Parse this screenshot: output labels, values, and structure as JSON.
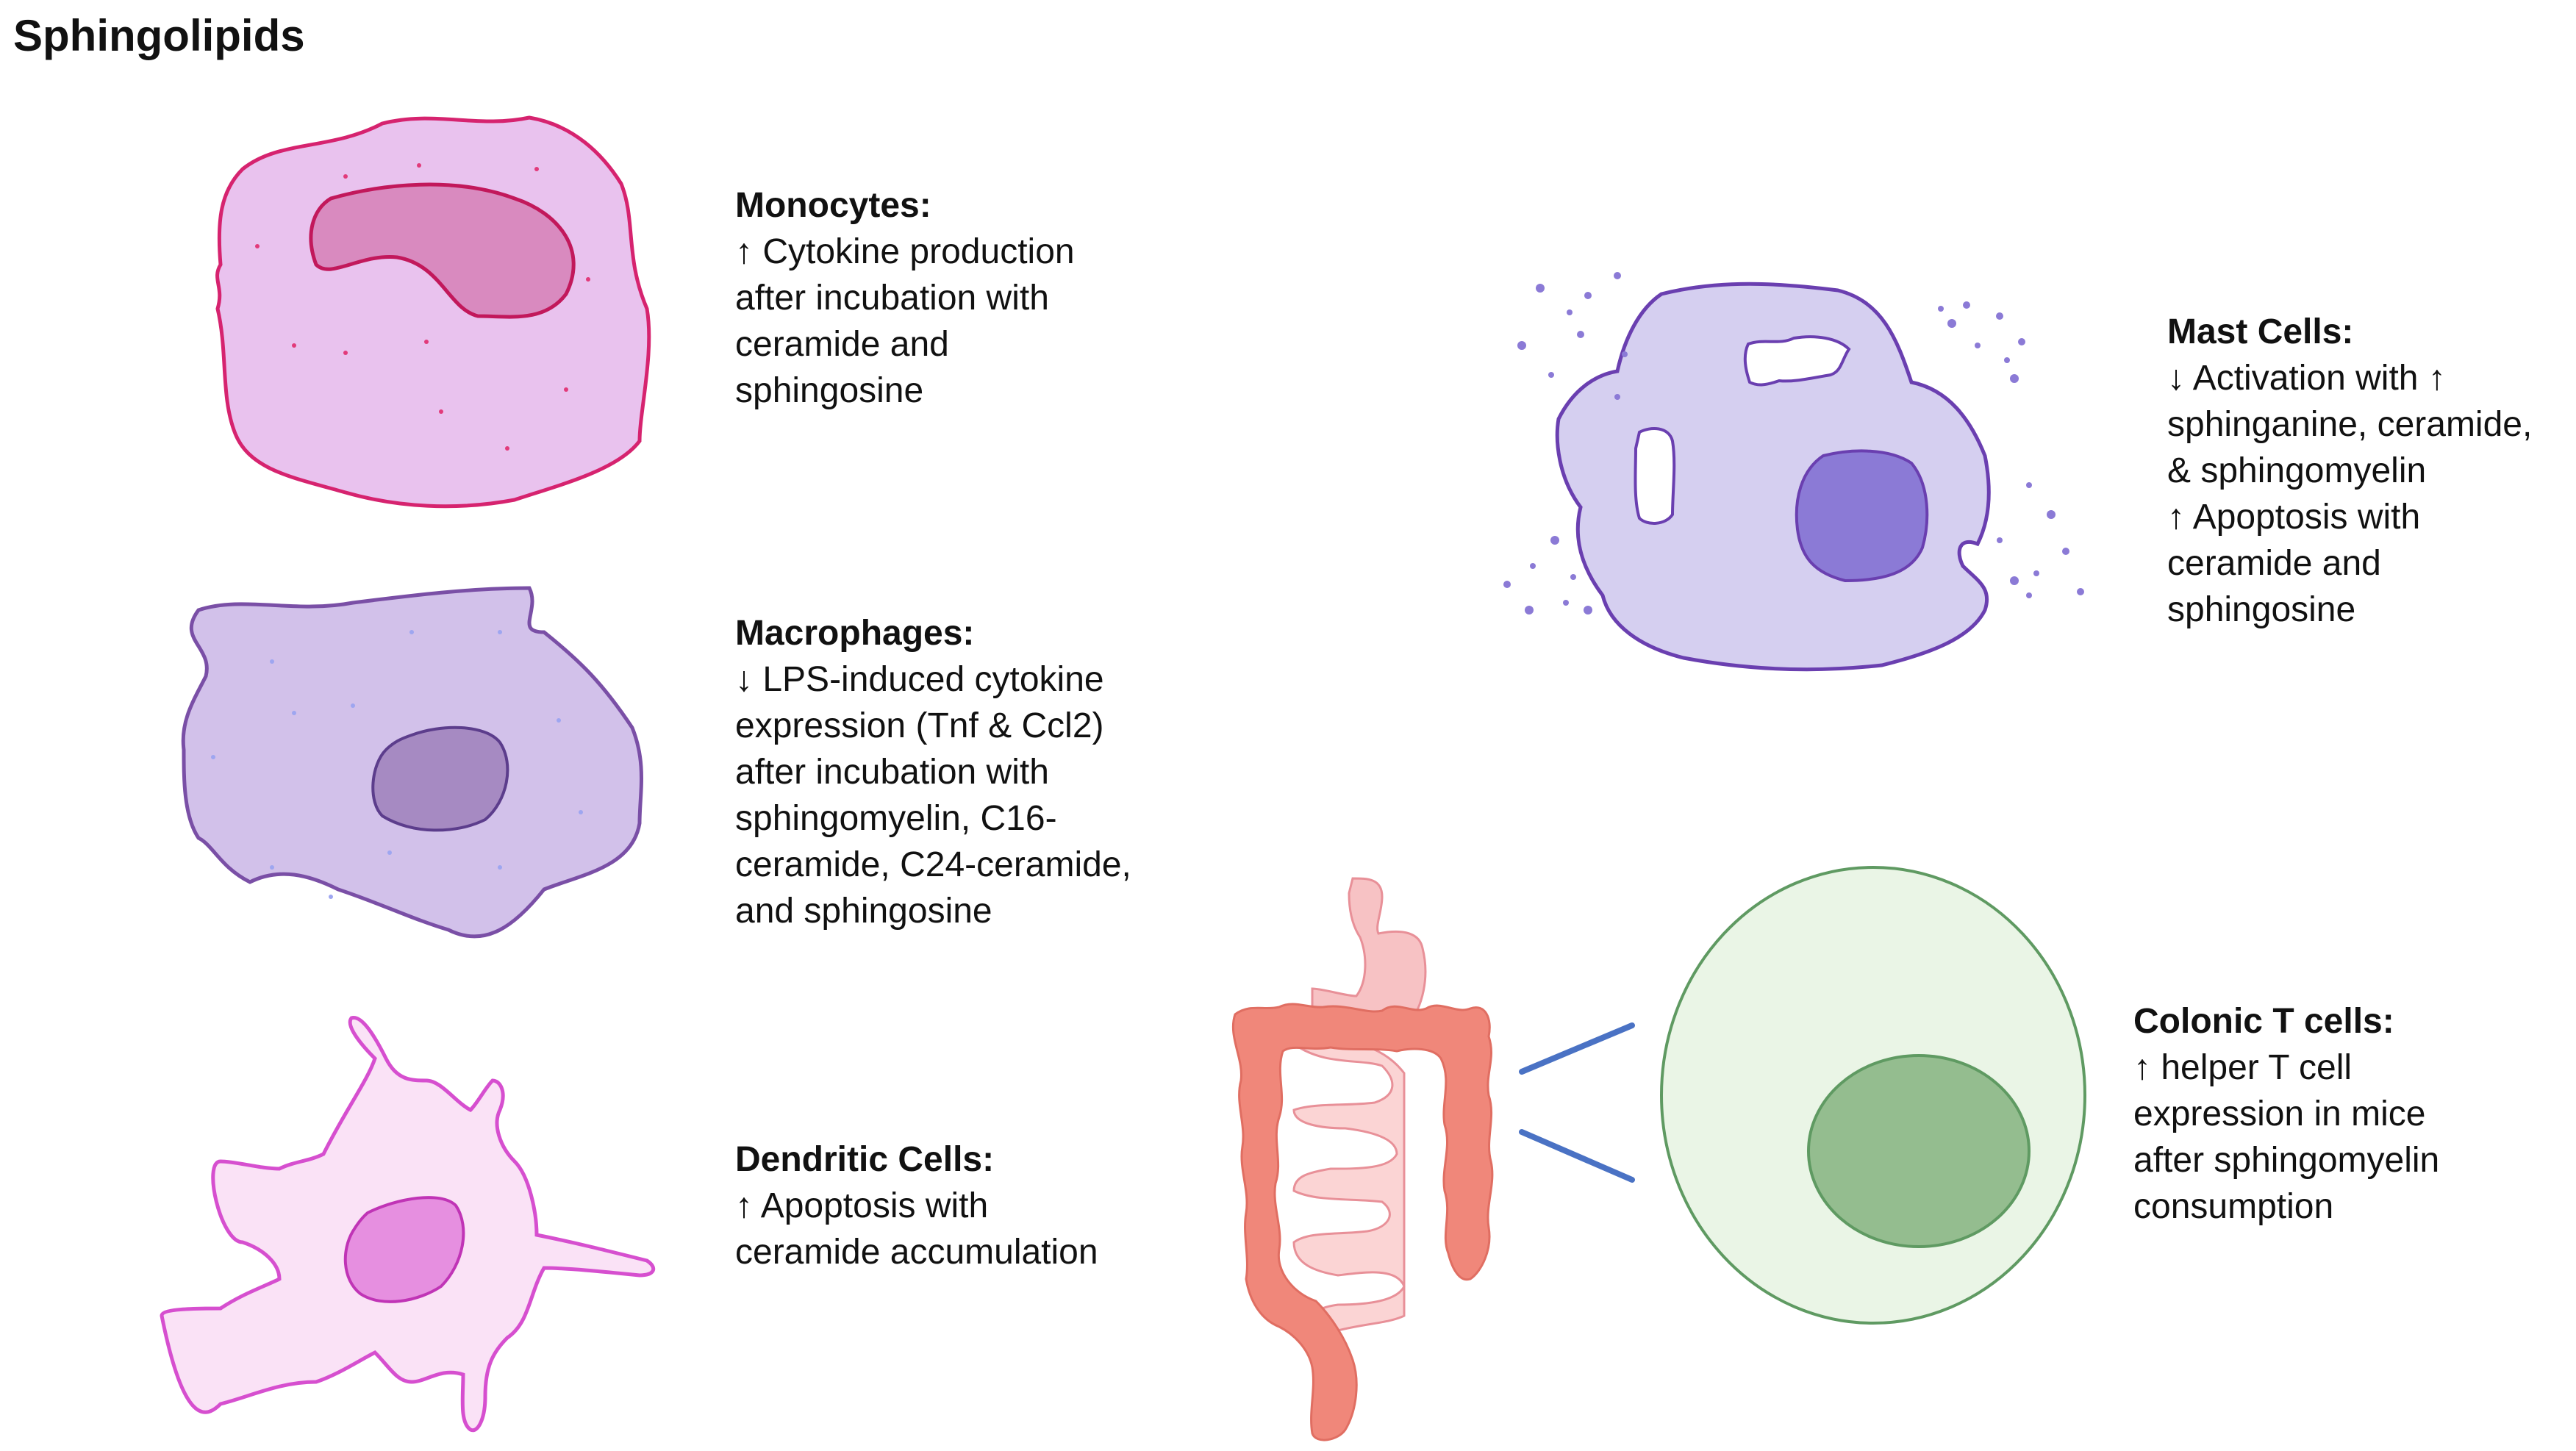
{
  "title": "Sphingolipids",
  "monocytes": {
    "heading": "Monocytes:",
    "lines": [
      "↑ Cytokine production",
      "after incubation with",
      "ceramide and",
      "sphingosine"
    ],
    "color": "#d6236f"
  },
  "macrophages": {
    "heading": "Macrophages:",
    "lines": [
      "↓ LPS-induced cytokine",
      "expression (Tnf & Ccl2)",
      "after incubation with",
      "sphingomyelin, C16-",
      "ceramide, C24-ceramide,",
      "and sphingosine"
    ],
    "color": "#7a4fa6"
  },
  "dendritic": {
    "heading": "Dendritic Cells:",
    "lines": [
      "↑ Apoptosis with",
      "ceramide accumulation"
    ],
    "color": "#d64fcf"
  },
  "mast": {
    "heading": "Mast Cells:",
    "lines": [
      "↓ Activation with ↑",
      "sphinganine, ceramide,",
      "& sphingomyelin",
      "↑ Apoptosis with",
      "ceramide and",
      "sphingosine"
    ],
    "color": "#6a3fb0"
  },
  "tcells": {
    "heading": "Colonic T cells:",
    "lines": [
      "↑ helper T cell",
      "expression in mice",
      "after sphingomyelin",
      "consumption"
    ],
    "color": "#5f9a62"
  },
  "gut": {
    "color": "#f0877a"
  },
  "connector": {
    "color": "#4a72c4"
  }
}
